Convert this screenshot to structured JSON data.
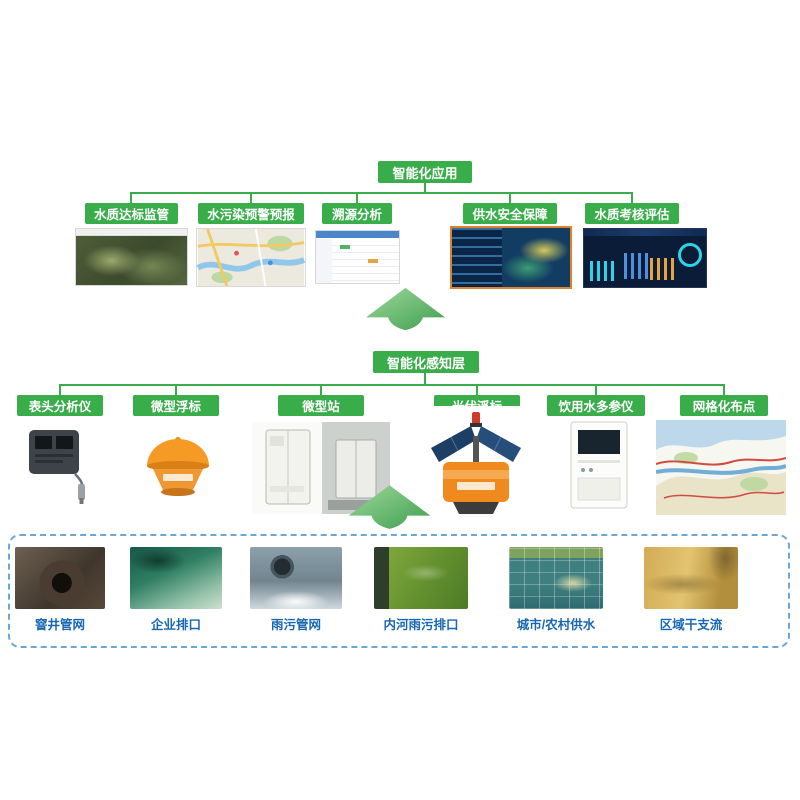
{
  "top": {
    "header": "智能化应用",
    "items": [
      {
        "label": "水质达标监管",
        "image": "satellite-map-screenshot"
      },
      {
        "label": "水污染预警预报",
        "image": "city-map-screenshot"
      },
      {
        "label": "溯源分析",
        "image": "analysis-table-screenshot"
      },
      {
        "label": "供水安全保障",
        "image": "water-supply-dashboard-screenshot"
      },
      {
        "label": "水质考核评估",
        "image": "assessment-dashboard-screenshot"
      }
    ]
  },
  "middle": {
    "header": "智能化感知层",
    "items": [
      {
        "label": "表头分析仪",
        "image": "analyzer-device-photo"
      },
      {
        "label": "微型浮标",
        "image": "micro-buoy-photo"
      },
      {
        "label": "微型站",
        "image": "micro-station-photo"
      },
      {
        "label": "光伏浮标",
        "image": "solar-buoy-photo"
      },
      {
        "label": "饮用水多参仪",
        "image": "multiparameter-instrument-photo"
      },
      {
        "label": "网格化布点",
        "image": "grid-layout-map-photo"
      }
    ]
  },
  "bottom": {
    "items": [
      {
        "label": "窨井管网",
        "image": "manhole-pipe-photo"
      },
      {
        "label": "企业排口",
        "image": "enterprise-outlet-photo"
      },
      {
        "label": "雨污管网",
        "image": "rain-sewage-pipe-photo"
      },
      {
        "label": "内河雨污排口",
        "image": "inland-river-outlet-photo"
      },
      {
        "label": "城市/农村供水",
        "image": "urban-rural-water-supply-photo"
      },
      {
        "label": "区域干支流",
        "image": "regional-streams-photo"
      }
    ]
  },
  "colors": {
    "green": "#3aad4b",
    "blue_label": "#1767b2",
    "dashed_border": "#6aa7d6",
    "highlight_border_orange": "#e0812c"
  }
}
